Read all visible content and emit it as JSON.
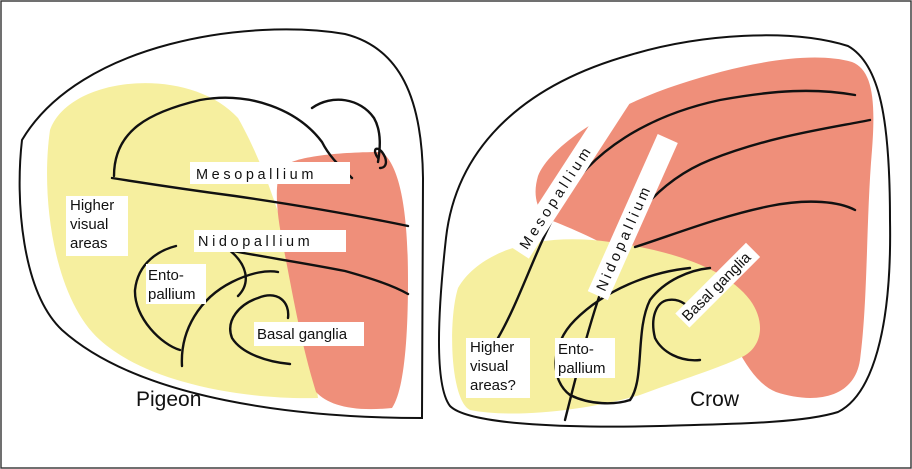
{
  "colors": {
    "frame": "#333333",
    "higher_visual_areas": "#f6ef9f",
    "motor_and_associative_pallium": "#ef8f7a",
    "outline": "#111111",
    "label_background": "#ffffff"
  },
  "pigeon": {
    "title": "Pigeon",
    "labels": {
      "mesopallium": "Mesopallium",
      "nidopallium": "Nidopallium",
      "higher_visual_line1": "Higher",
      "higher_visual_line2": "visual",
      "higher_visual_line3": "areas",
      "entopallium_line1": "Ento-",
      "entopallium_line2": "pallium",
      "basal_ganglia": "Basal ganglia"
    }
  },
  "crow": {
    "title": "Crow",
    "labels": {
      "mesopallium": "Mesopallium",
      "nidopallium": "Nidopallium",
      "higher_visual_line1": "Higher",
      "higher_visual_line2": "visual",
      "higher_visual_line3": "areas?",
      "entopallium_line1": "Ento-",
      "entopallium_line2": "pallium",
      "basal_ganglia": "Basal ganglia"
    }
  }
}
